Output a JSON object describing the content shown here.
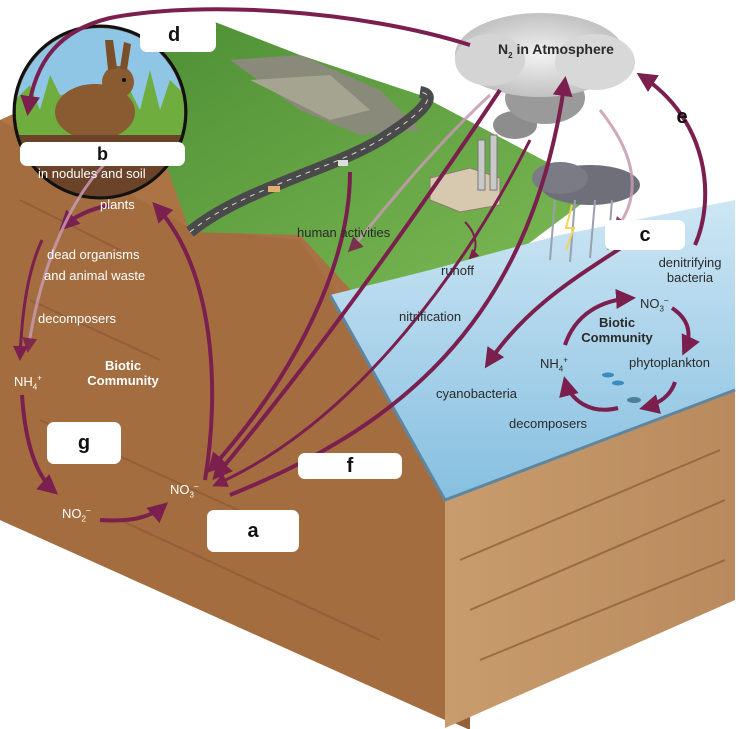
{
  "atmosphere": {
    "label_pre": "N",
    "label_sub": "2",
    "label_post": " in Atmosphere"
  },
  "answer_boxes": {
    "a": "a",
    "b": "b",
    "c": "c",
    "d": "d",
    "e": "e",
    "f": "f",
    "g": "g"
  },
  "land": {
    "nodules": "in nodules and soil",
    "plants": "plants",
    "dead_line1": "dead organisms",
    "dead_line2": "and animal waste",
    "decomposers": "decomposers",
    "biotic_line1": "Biotic",
    "biotic_line2": "Community",
    "nh4": "NH",
    "nh4_sub": "4",
    "nh4_sup": "+",
    "no2": "NO",
    "no2_sub": "2",
    "no2_sup": "–",
    "no3": "NO",
    "no3_sub": "3",
    "no3_sup": "–",
    "human": "human activities",
    "runoff": "runoff",
    "nitrification": "nitrification"
  },
  "water": {
    "cyanobacteria": "cyanobacteria",
    "denit_line1": "denitrifying",
    "denit_line2": "bacteria",
    "no3": "NO",
    "no3_sub": "3",
    "no3_sup": "–",
    "biotic_line1": "Biotic",
    "biotic_line2": "Community",
    "nh4": "NH",
    "nh4_sub": "4",
    "nh4_sup": "+",
    "phytoplankton": "phytoplankton",
    "decomposers": "decomposers"
  },
  "colors": {
    "arrow": "#7a1f4e",
    "soil": "#a0693d",
    "water": "#9cc9e4",
    "grass": "#5c9a3c"
  }
}
